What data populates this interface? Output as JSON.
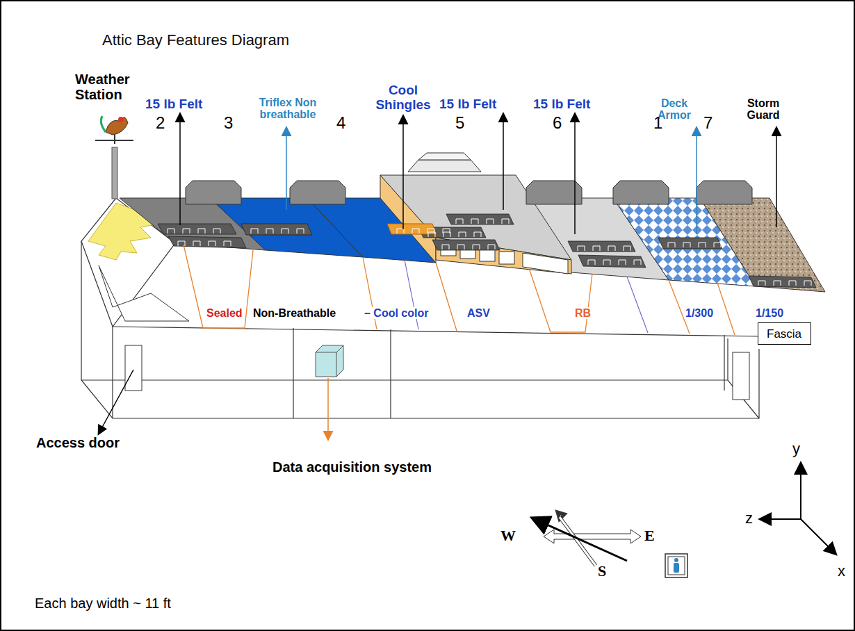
{
  "diagram": {
    "title": "Attic Bay Features Diagram",
    "nodes": [
      {
        "text": [
          "Fascia"
        ]
      }
    ],
    "labels": [
      "Weather Station",
      "15 lb Felt",
      "Triflex Non breathable",
      "Cool Shingles",
      "15 lb Felt",
      "15 lb Felt",
      "Deck Armor",
      "Storm Guard",
      "2",
      "3",
      "4",
      "5",
      "6",
      "1",
      "7",
      "Sealed",
      "Non-Breathable",
      "– Cool color",
      "ASV",
      "RB",
      "1/300",
      "1/150",
      "Access door",
      "Data acquisition system",
      "W",
      "E",
      "S",
      "y",
      "z",
      "x",
      "Each bay width ~ 11 ft"
    ]
  }
}
